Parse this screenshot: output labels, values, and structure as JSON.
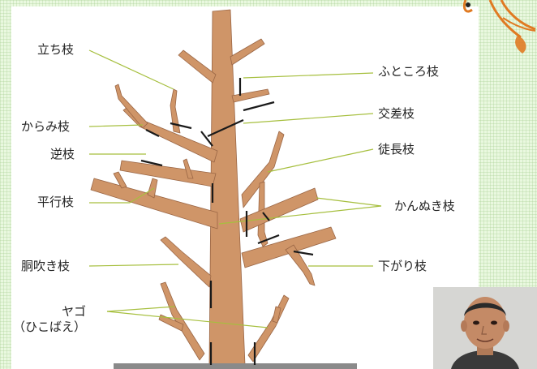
{
  "labels": {
    "tachi_eda": "立ち枝",
    "karami_eda": "からみ枝",
    "saka_eda": "逆枝",
    "heiko_eda": "平行枝",
    "dobuki_eda": "胴吹き枝",
    "yago_line1": "ヤゴ",
    "yago_line2": "（ひこばえ）",
    "futokoro_eda": "ふところ枝",
    "kosa_eda": "交差枝",
    "tocho_eda": "徒長枝",
    "kannuki_eda": "かんぬき枝",
    "sagari_eda": "下がり枝"
  },
  "colors": {
    "trunk": "#cf9568",
    "trunk_edge": "#8a5a3a",
    "leader_line": "#9ab53a",
    "cut_mark": "#1a1a1a",
    "panel": "#ffffff",
    "background": "#e9f8df"
  }
}
